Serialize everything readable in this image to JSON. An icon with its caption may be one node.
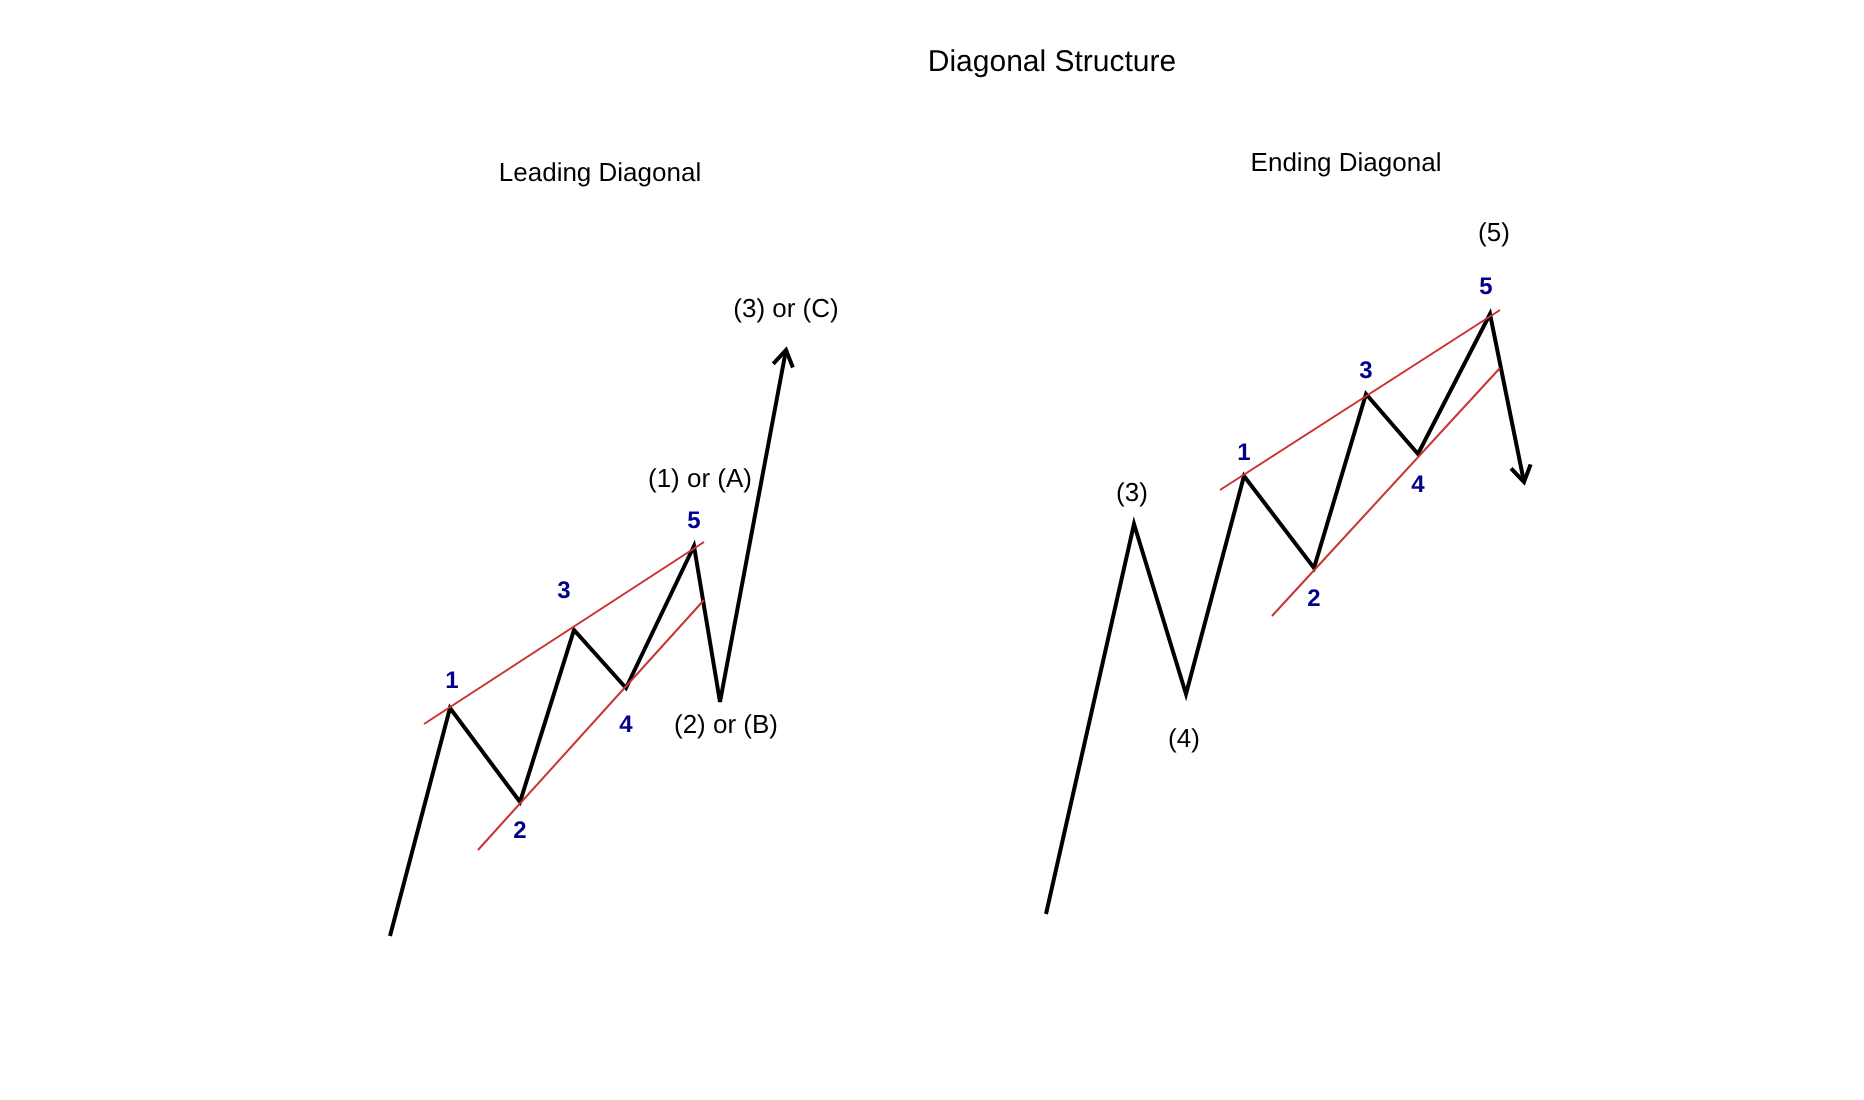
{
  "diagram": {
    "title": "Diagonal Structure",
    "labels": [
      "Leading Diagonal",
      "(3) or (C)",
      "(1) or (A)",
      "5",
      "3",
      "1",
      "(2) or (B)",
      "4",
      "2",
      "Ending Diagonal",
      "(5)",
      "5",
      "3",
      "1",
      "(3)",
      "4",
      "2",
      "(4)"
    ]
  }
}
